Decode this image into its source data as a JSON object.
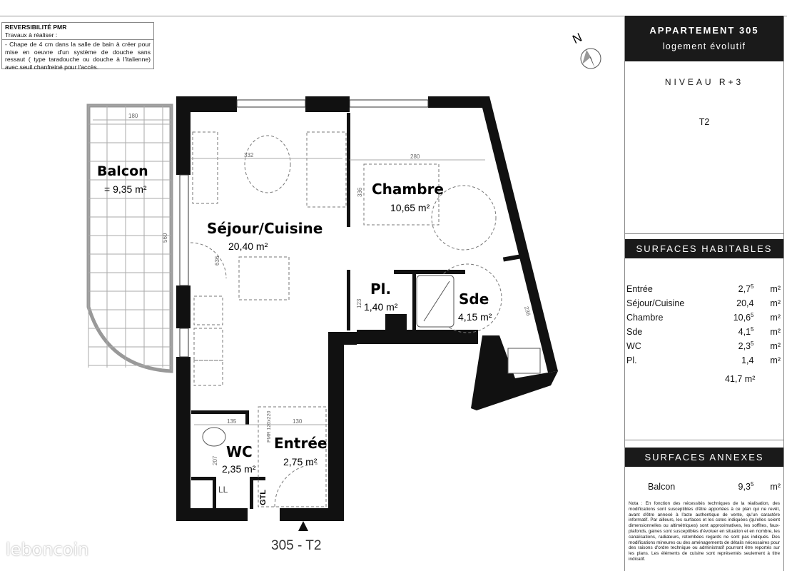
{
  "pmr_box": {
    "title": "REVERSIBILITÉ PMR",
    "subtitle": "Travaux à réaliser :",
    "text": "- Chape de 4 cm dans la salle de bain à créer pour mise en oeuvre d'un système de douche sans ressaut ( type taradouche ou douche à l'italienne) avec seuil chanfreiné pour l'accès."
  },
  "compass": {
    "label": "N",
    "icon": "north-arrow-icon"
  },
  "plan": {
    "rooms": [
      {
        "name": "Balcon",
        "area": "= 9,35 m²"
      },
      {
        "name": "Séjour/Cuisine",
        "area": "20,40 m²"
      },
      {
        "name": "Chambre",
        "area": "10,65 m²"
      },
      {
        "name": "Pl.",
        "area": "1,40 m²"
      },
      {
        "name": "Sde",
        "area": "4,15 m²"
      },
      {
        "name": "WC",
        "area": "2,35 m²"
      },
      {
        "name": "Entrée",
        "area": "2,75 m²"
      }
    ],
    "dimensions": [
      "180",
      "332",
      "280",
      "560",
      "636",
      "336",
      "123",
      "236",
      "135",
      "130",
      "207"
    ],
    "labels": {
      "gtl": "GTL",
      "ll": "LL",
      "pmr": "PMR 120x220"
    },
    "caption": "305 - T2"
  },
  "panel": {
    "apartment": "APPARTEMENT 305",
    "type_label": "logement évolutif",
    "level": "NIVEAU R+3",
    "typology": "T2",
    "habitable_title": "SURFACES HABITABLES",
    "habitable": [
      {
        "name": "Entrée",
        "value": "2,7",
        "sup": "5",
        "unit": "m²"
      },
      {
        "name": "Séjour/Cuisine",
        "value": "20,4",
        "sup": "",
        "unit": "m²"
      },
      {
        "name": "Chambre",
        "value": "10,6",
        "sup": "5",
        "unit": "m²"
      },
      {
        "name": "Sde",
        "value": "4,1",
        "sup": "5",
        "unit": "m²"
      },
      {
        "name": "WC",
        "value": "2,3",
        "sup": "5",
        "unit": "m²"
      },
      {
        "name": "Pl.",
        "value": "1,4",
        "sup": "",
        "unit": "m²"
      }
    ],
    "total": "41,7 m²",
    "annex_title": "SURFACES ANNEXES",
    "annex": [
      {
        "name": "Balcon",
        "value": "9,3",
        "sup": "5",
        "unit": "m²"
      }
    ],
    "nota": "Nota : En fonction des nécessités techniques de la réalisation, des modifications sont susceptibles d'être apportées à ce plan qui ne revêt, avant d'être annexé à l'acte authentique de vente, qu'un caractère informatif. Par ailleurs, les surfaces et les cotes indiquées (qu'elles soient dimensionnelles ou altimétriques) sont approximatives, les soffites, faux-plafonds, gaines sont susceptibles d'évoluer en situation et en nombre, les canalisations, radiateurs, retombées regards ne sont pas indiqués. Des modifications mineures ou des aménagements de détails nécessaires pour des raisons d'ordre technique ou administratif pourront être reportés sur les plans. Les éléments de cuisine sont représentés seulement à titre indicatif."
  },
  "watermark": "leboncoin"
}
